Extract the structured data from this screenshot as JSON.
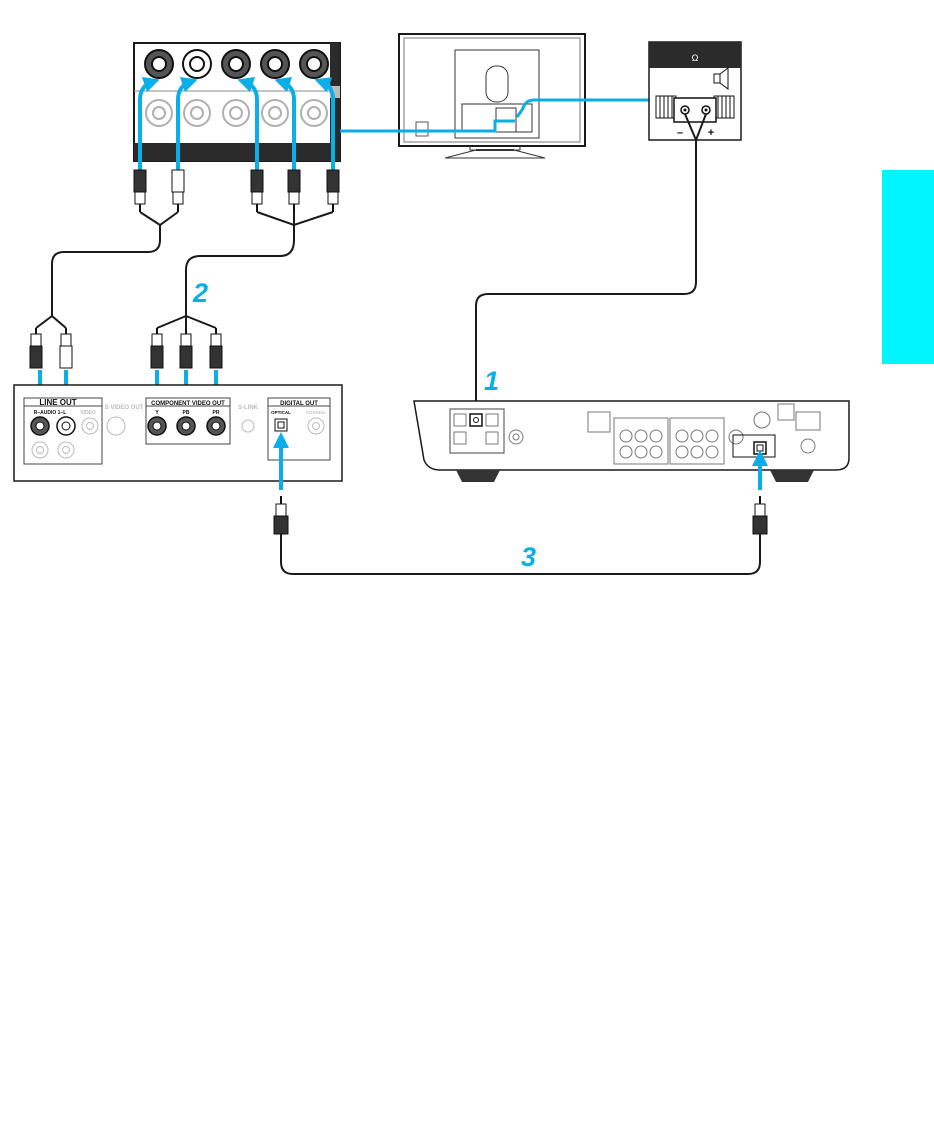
{
  "steps": [
    "1",
    "2",
    "3"
  ],
  "speaker": {
    "ohm": "Ω",
    "minus": "–",
    "plus": "+"
  },
  "dvd": {
    "line_out": "LINE OUT",
    "audio": "R–AUDIO 1–L",
    "video": "VIDEO",
    "s_video_out": "S VIDEO OUT",
    "component_video_out": "COMPONENT VIDEO OUT",
    "y": "Y",
    "pb": "PB",
    "pr": "PR",
    "s_link": "S-LINK",
    "digital_out": "DIGITAL OUT",
    "optical": "OPTICAL",
    "coaxial": "COAXIAL"
  },
  "colors": {
    "accent": "#0aaee8",
    "side_tab": "#00f5ff",
    "line": "#1a1a1a",
    "panel_dark": "#2b2b2b"
  }
}
